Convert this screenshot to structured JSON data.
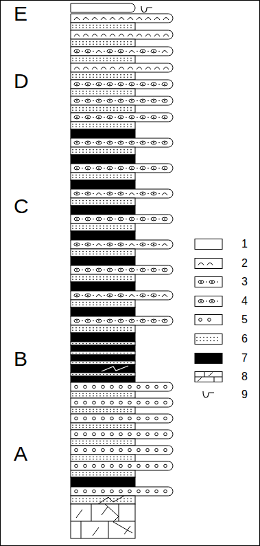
{
  "diagram": {
    "labels": [
      "E",
      "D",
      "C",
      "B",
      "A"
    ],
    "legend": [
      {
        "text": "1",
        "color": "#ffffff"
      },
      {
        "text": "2"
      },
      {
        "text": "3"
      },
      {
        "text": "4"
      },
      {
        "text": "5"
      },
      {
        "text": "6"
      },
      {
        "text": "7",
        "color": "#000000"
      },
      {
        "text": "8"
      },
      {
        "text": "9"
      }
    ]
  }
}
